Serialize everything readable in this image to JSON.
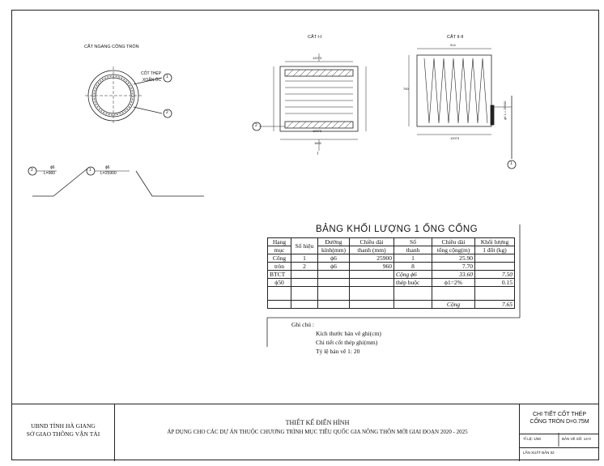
{
  "drawing": {
    "section_round": "CẮT NGANG CỐNG TRÒN",
    "section_1": "CẮT I-I",
    "section_2": "CẮT II-II",
    "rebar_label_1": "CỐT THÉP",
    "rebar_label_2": "XOẮN ỐC",
    "marker_1": "1",
    "marker_2": "2",
    "marker_I": "I",
    "dim_12073": "12073",
    "dim_1600": "1600",
    "dim_914": "914",
    "dim_750": "750",
    "dim_1_len": "ϕ6 L = 25900",
    "bar1_dia": "ϕ6",
    "bar1_len": "L=25900",
    "bar2_dia": "ϕ6",
    "bar2_len": "L=960"
  },
  "quantity_table": {
    "title": "BẢNG KHỐI LƯỢNG 1 ỐNG CỐNG",
    "headers": [
      "Hạng mục",
      "Số hiệu",
      "Đường kính(mm)",
      "Chiều dài thanh(mm)",
      "Số thanh",
      "Chiều dài tổng cộng(m)",
      "Khối lượng 1 đốt(kg)"
    ],
    "h_item_1": "Hạng",
    "h_item_2": "mục",
    "h_no": "Số hiệu",
    "h_dia_1": "Đường",
    "h_dia_2": "kính(mm)",
    "h_len_1": "Chiều dài",
    "h_len_2": "thanh (mm)",
    "h_cnt_1": "Số",
    "h_cnt_2": "thanh",
    "h_tot_1": "Chiều dài",
    "h_tot_2": "tổng cộng(m)",
    "h_w_1": "Khối lượng",
    "h_w_2": "1 đốt (kg)",
    "item_1": "Cống",
    "item_2": "tròn",
    "rows": [
      {
        "no": "1",
        "dia": "ϕ6",
        "len": "25900",
        "cnt": "1",
        "tot": "25.90"
      },
      {
        "no": "2",
        "dia": "ϕ6",
        "len": "960",
        "cnt": "8",
        "tot": "7.70"
      }
    ],
    "btct": "BTCT",
    "conc": "ϕ50",
    "sum_phi6_label": "Cộng ϕ6",
    "sum_phi6_len": "33.60",
    "sum_phi6_w": "7.50",
    "tie_label": "thép buộc",
    "tie_pct": "ϕ1=2%",
    "tie_w": "0.15",
    "total_label": "Cộng",
    "total_w": "7.65"
  },
  "notes": {
    "title": "Ghi chú :",
    "n1": "Kích thước bản vẽ ghi(cm)",
    "n2": "Chi tiết cốt thép ghi(mm)",
    "n3": "Tỷ lệ bản vẽ 1: 20"
  },
  "title_block": {
    "org_1": "UBND TỈNH HÀ GIANG",
    "org_2": "SỞ GIAO THÔNG VẬN TẢI",
    "project_1": "THIẾT KẾ ĐIỂN HÌNH",
    "project_2": "ÁP DỤNG CHO CÁC DỰ ÁN THUỘC CHƯƠNG TRÌNH MỤC TIÊU QUỐC GIA NÔNG THÔN MỚI GIAI ĐOẠN 2020 - 2025",
    "sheet_title_1": "CHI TIẾT CỐT THÉP",
    "sheet_title_2": "CỐNG TRÒN D=0.75M",
    "scale_label": "TỈ LỆ: 1/50",
    "sheet_no": "BẢN VẼ SỐ: 14-0",
    "issue": "LẦN XUẤT BẢN 02"
  }
}
